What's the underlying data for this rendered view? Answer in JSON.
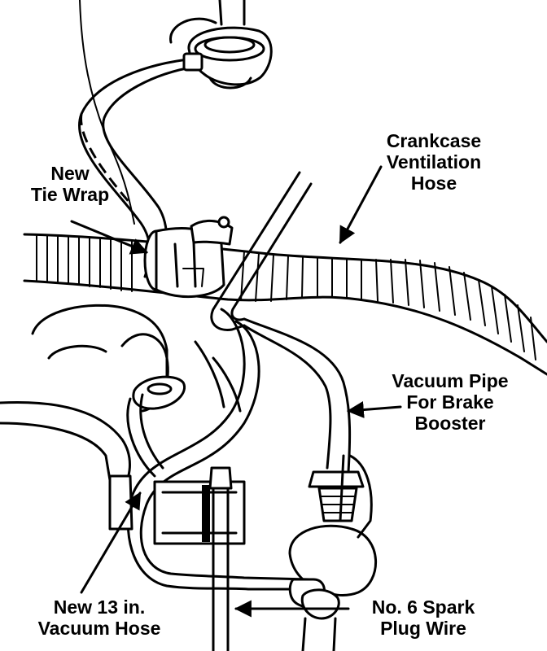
{
  "labels": {
    "crankcase": [
      "Crankcase",
      "Ventilation",
      "Hose"
    ],
    "tie_wrap": [
      "New",
      "Tie Wrap"
    ],
    "vacuum_pipe": [
      "Vacuum Pipe",
      "For Brake",
      "Booster"
    ],
    "new_hose": [
      "New 13 in.",
      "Vacuum Hose"
    ],
    "spark_wire": [
      "No. 6 Spark",
      "Plug Wire"
    ]
  },
  "colors": {
    "ink": "#000000",
    "paper": "#ffffff"
  }
}
